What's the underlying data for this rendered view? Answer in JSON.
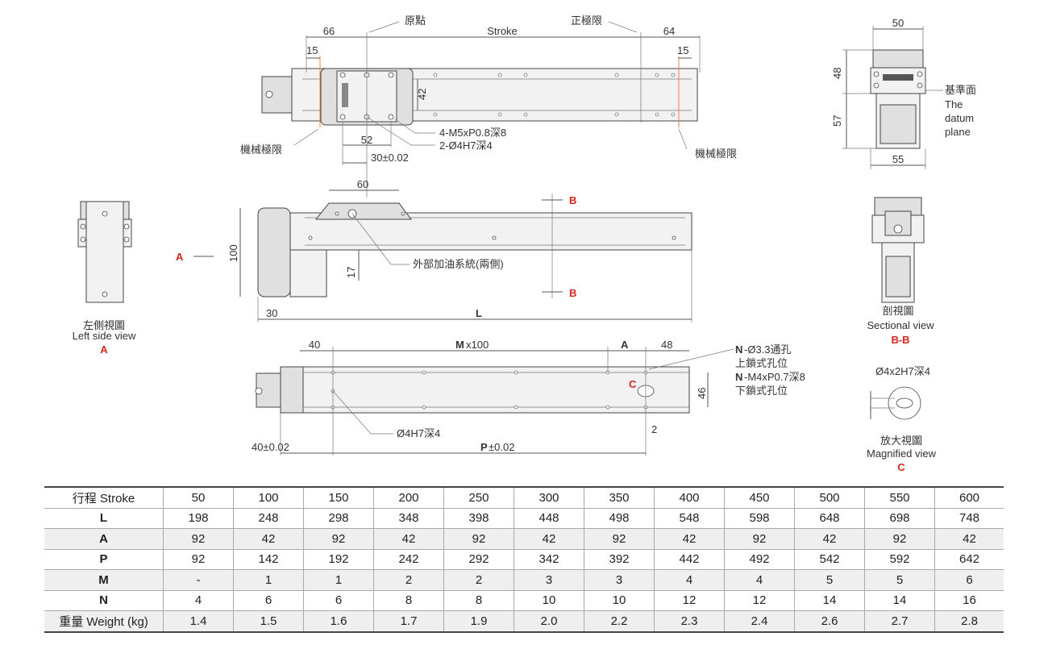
{
  "top_view": {
    "dim_66": "66",
    "origin": "原點",
    "stroke": "Stroke",
    "pos_limit": "正極限",
    "dim_64": "64",
    "dim_15_left": "15",
    "dim_15_right": "15",
    "dim_42": "42",
    "dim_52": "52",
    "dim_30": "30±0.02",
    "note_tap": "4-M5xP0.8深8",
    "note_pin": "2-Ø4H7深4",
    "mech_limit_left": "機械極限",
    "mech_limit_right": "機械極限"
  },
  "end_view": {
    "dim_50": "50",
    "dim_48": "48",
    "dim_57": "57",
    "dim_55": "55",
    "datum_cn": "基準面",
    "datum_en_1": "The",
    "datum_en_2": "datum",
    "datum_en_3": "plane"
  },
  "side_view": {
    "dim_60": "60",
    "dim_100": "100",
    "dim_17": "17",
    "dim_30": "30",
    "dim_L": "L",
    "oil": "外部加油系統(兩側)",
    "section_b_top": "B",
    "section_b_bottom": "B",
    "view_a": "A"
  },
  "left_view": {
    "title_cn": "左側視圖",
    "title_en": "Left side view",
    "label": "A"
  },
  "section_view": {
    "title_cn": "剖視圖",
    "title_en": "Sectional view",
    "label": "B-B"
  },
  "bottom_view": {
    "dim_40": "40",
    "dim_M": "M",
    "dim_Mx": "x100",
    "dim_A": "A",
    "dim_48": "48",
    "dim_46": "46",
    "dim_2": "2",
    "dim_40_02": "40±0.02",
    "dim_P": "P",
    "dim_P_tol": "±0.02",
    "pin_note": "Ø4H7深4",
    "label_c": "C",
    "note_n1_b": "N",
    "note_n1": "-Ø3.3通孔",
    "note_n1_sub": "上鎖式孔位",
    "note_n2_b": "N",
    "note_n2": "-M4xP0.7深8",
    "note_n2_sub": "下鎖式孔位"
  },
  "magnified": {
    "dim": "Ø4x2H7深4",
    "title_cn": "放大視圖",
    "title_en": "Magnified view",
    "label": "C"
  },
  "table": {
    "rows": [
      {
        "label": "行程  Stroke",
        "values": [
          "50",
          "100",
          "150",
          "200",
          "250",
          "300",
          "350",
          "400",
          "450",
          "500",
          "550",
          "600"
        ]
      },
      {
        "label": "L",
        "values": [
          "198",
          "248",
          "298",
          "348",
          "398",
          "448",
          "498",
          "548",
          "598",
          "648",
          "698",
          "748"
        ]
      },
      {
        "label": "A",
        "values": [
          "92",
          "42",
          "92",
          "42",
          "92",
          "42",
          "92",
          "42",
          "92",
          "42",
          "92",
          "42"
        ]
      },
      {
        "label": "P",
        "values": [
          "92",
          "142",
          "192",
          "242",
          "292",
          "342",
          "392",
          "442",
          "492",
          "542",
          "592",
          "642"
        ]
      },
      {
        "label": "M",
        "values": [
          "-",
          "1",
          "1",
          "2",
          "2",
          "3",
          "3",
          "4",
          "4",
          "5",
          "5",
          "6"
        ]
      },
      {
        "label": "N",
        "values": [
          "4",
          "6",
          "6",
          "8",
          "8",
          "10",
          "10",
          "12",
          "12",
          "14",
          "14",
          "16"
        ]
      },
      {
        "label": "重量 Weight (kg)",
        "values": [
          "1.4",
          "1.5",
          "1.6",
          "1.7",
          "1.9",
          "2.0",
          "2.2",
          "2.3",
          "2.4",
          "2.6",
          "2.7",
          "2.8"
        ]
      }
    ]
  }
}
